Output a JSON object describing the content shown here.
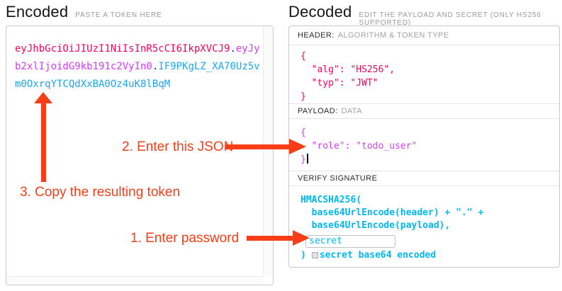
{
  "encoded": {
    "title": "Encoded",
    "subtitle": "PASTE A TOKEN HERE",
    "token": {
      "header_part": "eyJhbGciOiJIUzI1NiIsInR5cCI6IkpXVCJ9",
      "separator": ".",
      "payload_part": "eyJyb2xlIjoidG9kb191c2VyIn0",
      "signature_part": "IF9PKgLZ_XA70Uz5vm0OxrqYTCQdXxBA0Oz4uK8lBqM"
    }
  },
  "decoded": {
    "title": "Decoded",
    "subtitle": "EDIT THE PAYLOAD AND SECRET (ONLY HS256 SUPPORTED)",
    "header_section": {
      "label_strong": "HEADER:",
      "label_muted": "ALGORITHM & TOKEN TYPE",
      "code": "{\n  \"alg\": \"HS256\",\n  \"typ\": \"JWT\"\n}"
    },
    "payload_section": {
      "label_strong": "PAYLOAD:",
      "label_muted": "DATA",
      "code": "{\n  \"role\": \"todo_user\"\n}"
    },
    "signature_section": {
      "label_strong": "VERIFY SIGNATURE",
      "code_lines": "HMACSHA256(\n  base64UrlEncode(header) + \".\" +\n  base64UrlEncode(payload),",
      "secret_value": "secret",
      "closing_paren": ")",
      "checkbox_label": "secret base64 encoded"
    }
  },
  "annotations": {
    "step1": "1. Enter password",
    "step2": "2. Enter this JSON",
    "step3": "3. Copy the resulting token"
  },
  "colors": {
    "token_header": "#fb015b",
    "token_payload": "#d63aff",
    "token_signature": "#00b9f1",
    "annotation": "#f93d17"
  }
}
